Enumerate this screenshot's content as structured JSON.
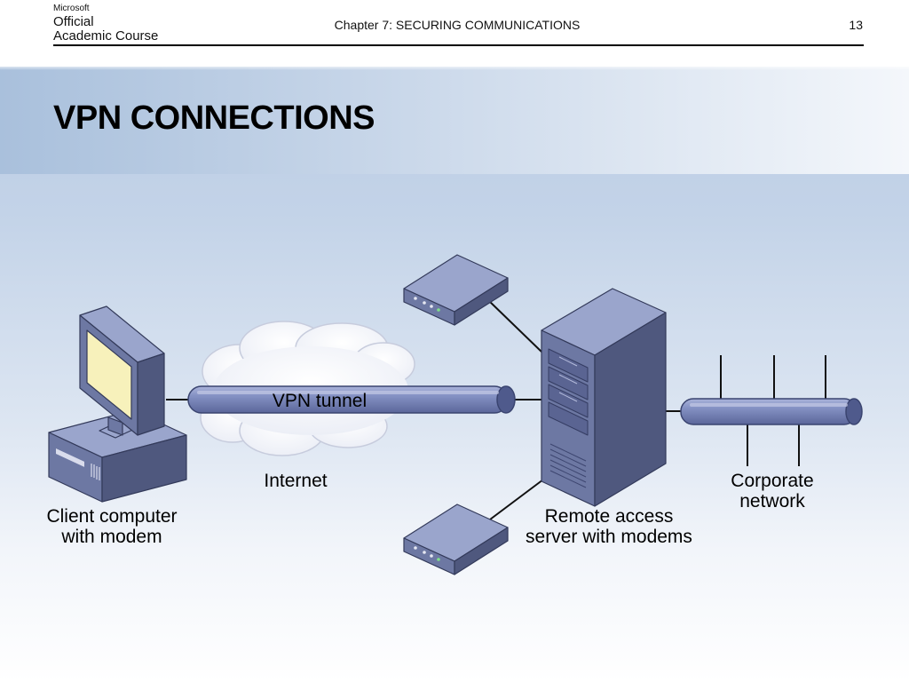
{
  "header": {
    "logo_brand": "Microsoft",
    "logo_line1": "Official",
    "logo_line2": "Academic Course",
    "chapter": "Chapter 7: SECURING COMMUNICATIONS",
    "page_number": "13"
  },
  "slide": {
    "title": "VPN CONNECTIONS"
  },
  "diagram": {
    "tunnel_label": "VPN tunnel",
    "internet_label": "Internet",
    "client_label_line1": "Client computer",
    "client_label_line2": "with modem",
    "server_label_line1": "Remote access",
    "server_label_line2": "server with modems",
    "corporate_label_line1": "Corporate",
    "corporate_label_line2": "network"
  },
  "colors": {
    "device_top": "#9aa5cc",
    "device_front": "#6d78a3",
    "device_side": "#4f587e",
    "screen": "#f7f1bb",
    "pipe": "#7f8cc0"
  }
}
